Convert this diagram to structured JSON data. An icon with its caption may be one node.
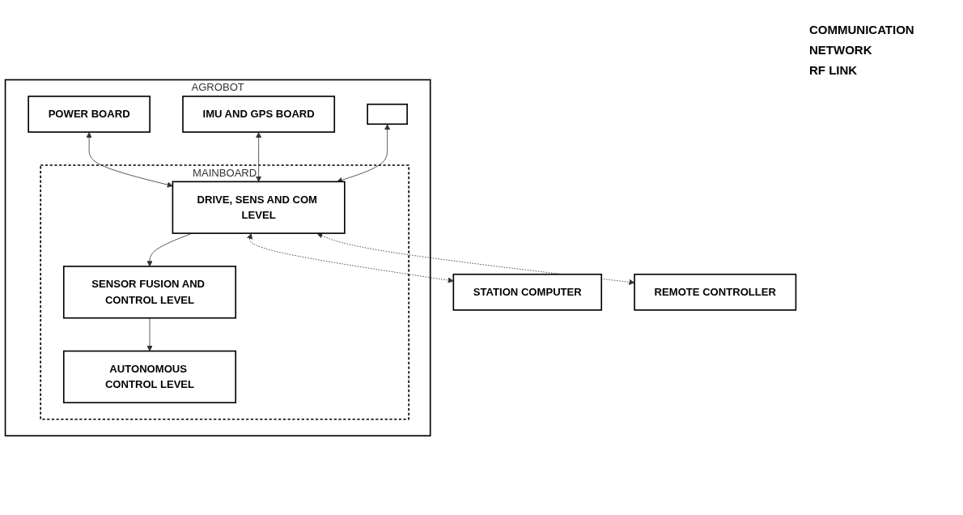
{
  "diagram": {
    "nodes": [
      {
        "text": [
          "AGROBOT"
        ]
      },
      {
        "text": [
          "POWER BOARD"
        ],
        "in": 0
      },
      {
        "text": [
          "IMU AND GPS BOARD"
        ],
        "in": 0
      },
      {
        "text": [],
        "shape": "box",
        "in": 0
      },
      {
        "text": [
          "MAINBOARD"
        ],
        "in": 0
      },
      {
        "text": [
          "DRIVE, SENS AND COM LEVEL"
        ],
        "in": 4
      },
      {
        "text": [
          "SENSOR FUSION AND CONTROL LEVEL"
        ],
        "in": 4
      },
      {
        "text": [
          "AUTONOMOUS CONTROL LEVEL"
        ],
        "in": 4
      },
      {
        "text": [
          "STATION COMPUTER"
        ]
      },
      {
        "text": [
          "REMOTE CONTROLLER"
        ]
      }
    ],
    "edges": [
      {
        "from": 1,
        "to": 5,
        "arrow": "both"
      },
      {
        "from": 2,
        "to": 5,
        "arrow": "both"
      },
      {
        "from": 3,
        "to": 5,
        "arrow": "both"
      },
      {
        "from": 5,
        "to": 6,
        "arrow": "to"
      },
      {
        "from": 6,
        "to": 7,
        "arrow": "to"
      },
      {
        "from": 5,
        "to": 8,
        "arrow": "both",
        "style": "dashed"
      },
      {
        "from": 5,
        "to": 9,
        "arrow": "both",
        "style": "dashed"
      }
    ],
    "labels": [
      "COMMUNICATION",
      "NETWORK",
      "RF LINK"
    ]
  }
}
